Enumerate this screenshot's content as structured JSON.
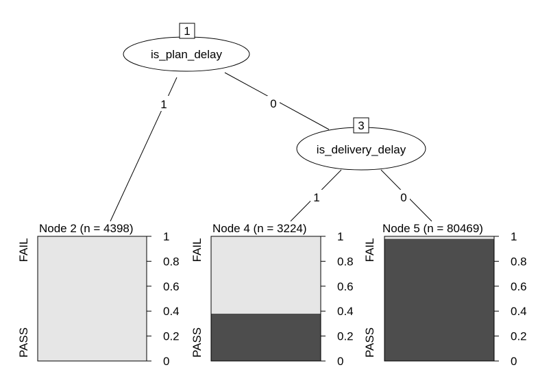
{
  "chart_data": {
    "type": "decision-tree",
    "nodes": [
      {
        "id": "1",
        "variable": "is_plan_delay"
      },
      {
        "id": "3",
        "variable": "is_delivery_delay"
      }
    ],
    "edges": [
      {
        "from": "1",
        "to": "2",
        "label": "1"
      },
      {
        "from": "1",
        "to": "3",
        "label": "0"
      },
      {
        "from": "3",
        "to": "4",
        "label": "1"
      },
      {
        "from": "3",
        "to": "5",
        "label": "0"
      }
    ],
    "leaves": [
      {
        "id": "2",
        "title": "Node 2 (n = 4398)",
        "fail_fraction": 1.0
      },
      {
        "id": "4",
        "title": "Node 4 (n = 3224)",
        "fail_fraction": 0.62
      },
      {
        "id": "5",
        "title": "Node 5 (n = 80469)",
        "fail_fraction": 0.02
      }
    ],
    "categories": [
      "FAIL",
      "PASS"
    ],
    "yticks": [
      "0",
      "0.2",
      "0.4",
      "0.6",
      "0.8",
      "1"
    ],
    "colors": {
      "fail": "#e6e6e6",
      "pass": "#4d4d4d"
    }
  }
}
